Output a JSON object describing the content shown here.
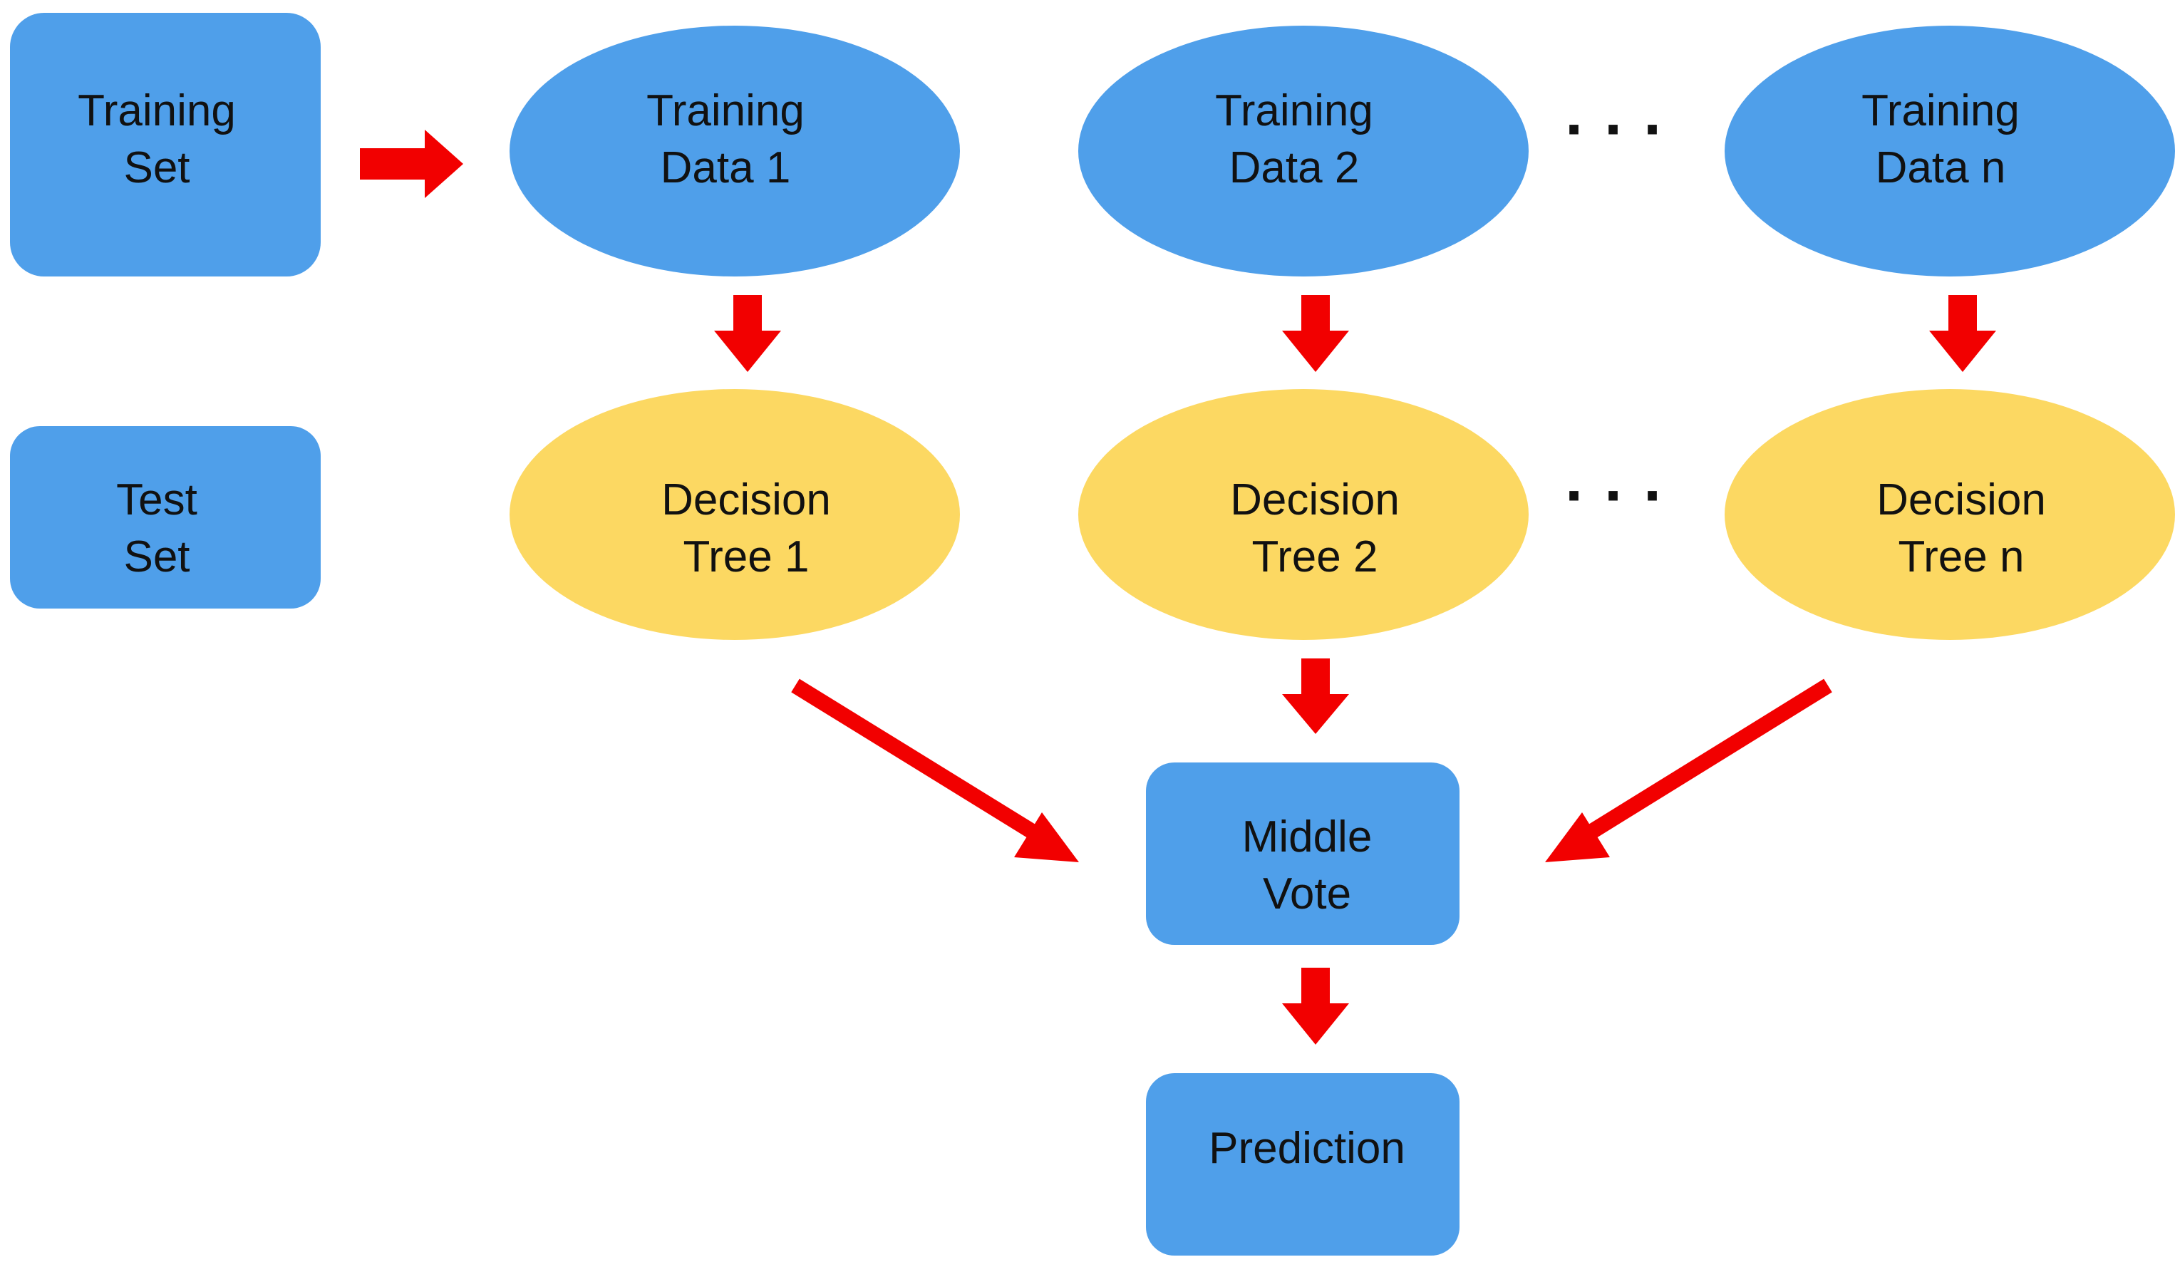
{
  "colors": {
    "box_blue": "#4f9fea",
    "tree_yellow": "#fcd862",
    "arrow_red": "#f20000",
    "text": "#111111",
    "background": "#ffffff"
  },
  "nodes": {
    "training_set": {
      "line1": "Training",
      "line2": "Set"
    },
    "test_set": {
      "line1": "Test",
      "line2": "Set"
    },
    "training_data_1": {
      "line1": "Training",
      "line2": "Data 1"
    },
    "training_data_2": {
      "line1": "Training",
      "line2": "Data 2"
    },
    "training_data_n": {
      "line1": "Training",
      "line2": "Data n"
    },
    "decision_tree_1": {
      "line1": "Decision",
      "line2": "Tree 1"
    },
    "decision_tree_2": {
      "line1": "Decision",
      "line2": "Tree 2"
    },
    "decision_tree_n": {
      "line1": "Decision",
      "line2": "Tree n"
    },
    "middle_vote": {
      "line1": "Middle",
      "line2": "Vote"
    },
    "prediction": {
      "line1": "Prediction"
    }
  },
  "ellipsis": "· · ·"
}
